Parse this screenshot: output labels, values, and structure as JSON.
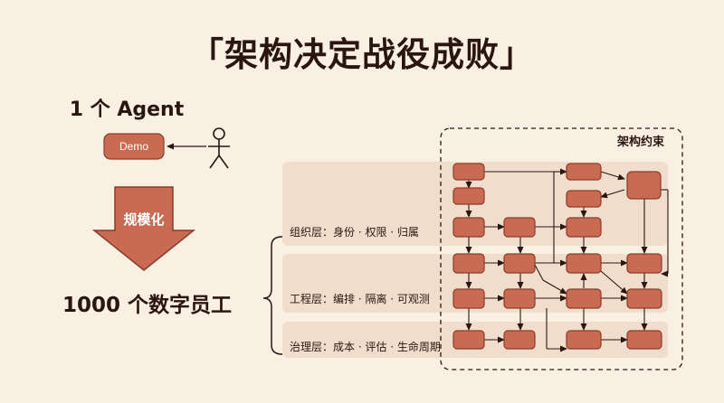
{
  "title": "「架构决定战役成败」",
  "left": {
    "agent_label": "1 个 Agent",
    "demo_label": "Demo",
    "arrow_label": "规模化",
    "scale_label": "1000 个数字员工"
  },
  "right": {
    "constraint_label": "架构约束",
    "layers": [
      {
        "label": "组织层：身份 · 权限 · 归属"
      },
      {
        "label": "工程层：编排 · 隔离 · 可观测"
      },
      {
        "label": "治理层：成本 · 评估 · 生命周期"
      }
    ]
  },
  "colors": {
    "background": "#f9efe3",
    "node_fill": "#c96a52",
    "node_stroke": "#8a3d2a",
    "band": "#f1ddcc",
    "text": "#2a160f"
  }
}
